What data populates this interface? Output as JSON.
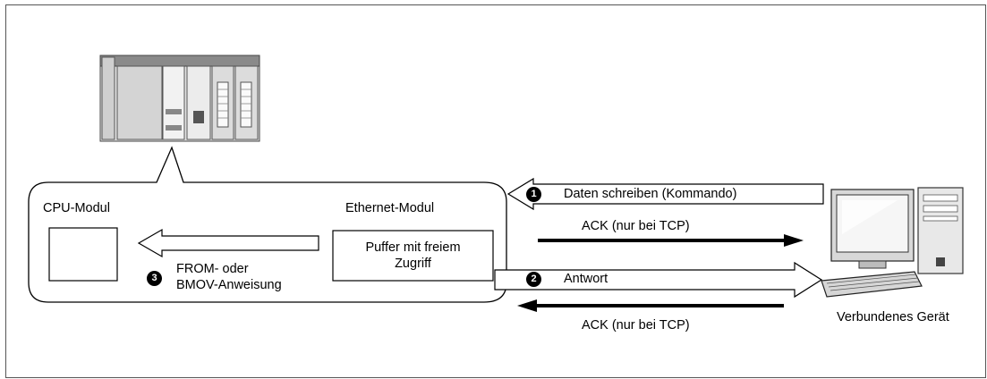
{
  "diagram": {
    "cpu_module_label": "CPU-Modul",
    "ethernet_module_label": "Ethernet-Modul",
    "buffer_label_line1": "Puffer mit freiem",
    "buffer_label_line2": "Zugriff",
    "step3_number": "3",
    "step3_line1": "FROM- oder",
    "step3_line2": "BMOV-Anweisung",
    "step1_number": "1",
    "step1_label": "Daten schreiben (Kommando)",
    "ack_top_label": "ACK (nur bei TCP)",
    "step2_number": "2",
    "step2_label": "Antwort",
    "ack_bottom_label": "ACK (nur bei TCP)",
    "device_label": "Verbundenes Gerät"
  }
}
